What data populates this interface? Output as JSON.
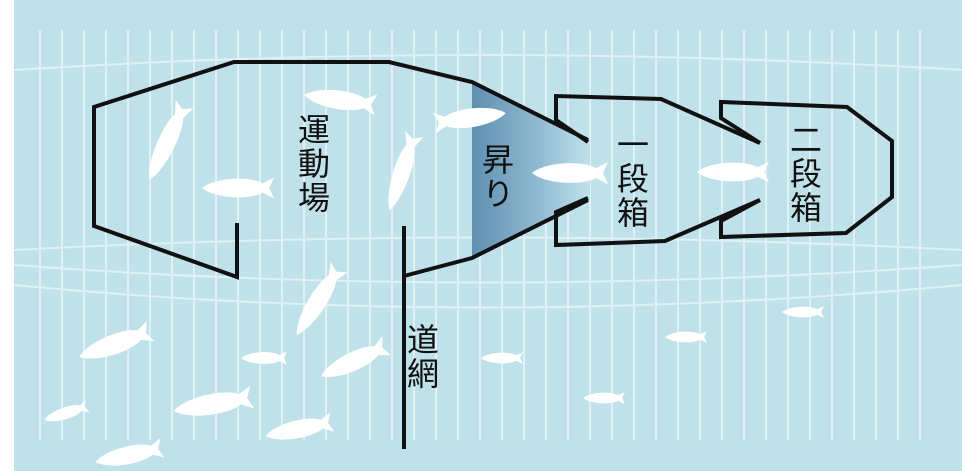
{
  "labels": {
    "playground": "運動場",
    "ascent": "昇り",
    "first_box": "一段箱",
    "second_box": "二段箱",
    "lead_net": "道網"
  },
  "colors": {
    "water": "#bfe1ea",
    "grid": "#e6f3f7",
    "outline": "#111111",
    "fish": "#ffffff",
    "ascent_shade": "#5f8fb1"
  },
  "icons": {
    "fish": "fish-icon"
  }
}
